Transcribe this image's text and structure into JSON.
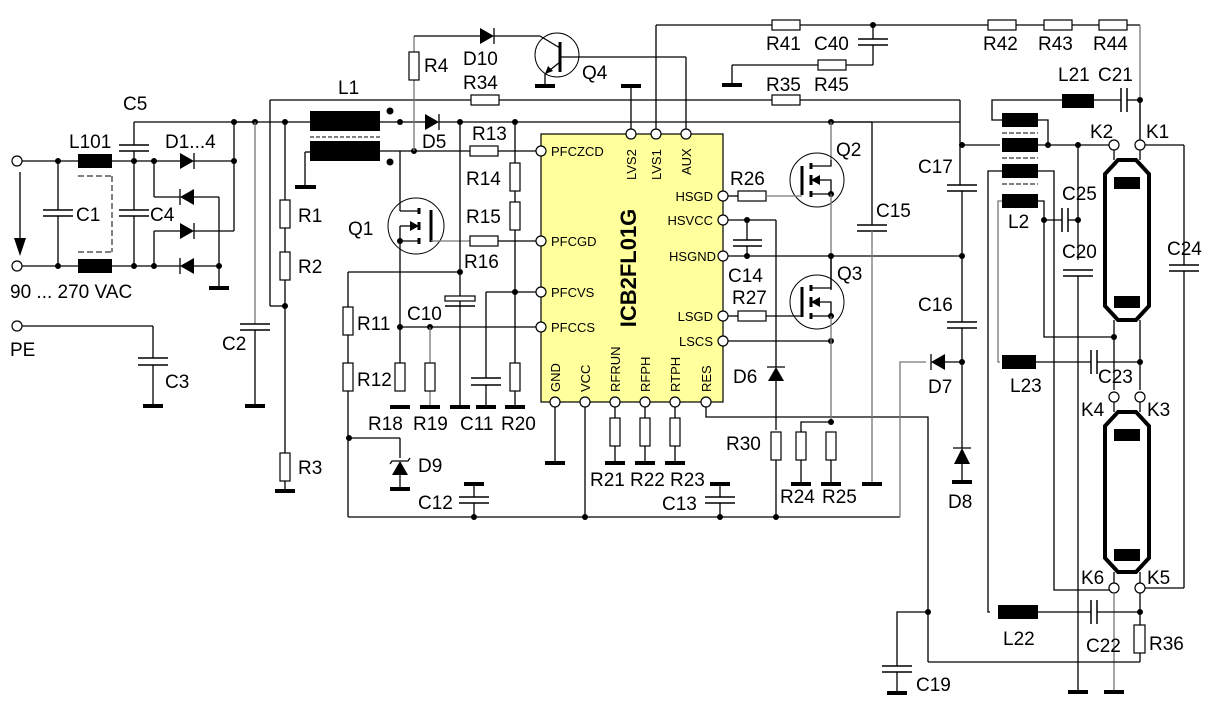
{
  "title": "ICB2FL01G electronic ballast schematic",
  "ic": {
    "name": "ICB2FL01G",
    "fill_color": "#ffff9c",
    "pins_left": [
      "PFCZCD",
      "PFCGD",
      "PFCVS",
      "PFCCS"
    ],
    "pins_top": [
      "LVS2",
      "LVS1",
      "AUX"
    ],
    "pins_right": [
      "HSGD",
      "HSVCC",
      "HSGND",
      "LSGD",
      "LSCS"
    ],
    "pins_bottom": [
      "GND",
      "VCC",
      "RFRUN",
      "RFPH",
      "RTPH",
      "RES"
    ]
  },
  "input": {
    "voltage_label": "90 ... 270 VAC",
    "earth_label": "PE"
  },
  "labels": {
    "L101": "L101",
    "C1": "C1",
    "C4": "C4",
    "C5": "C5",
    "D1_4": "D1...4",
    "C2": "C2",
    "C3": "C3",
    "R1": "R1",
    "R2": "R2",
    "R3": "R3",
    "L1": "L1",
    "R4": "R4",
    "D10": "D10",
    "R34": "R34",
    "D5": "D5",
    "Q4": "Q4",
    "R13": "R13",
    "R14": "R14",
    "R15": "R15",
    "R16": "R16",
    "Q1": "Q1",
    "R11": "R11",
    "R12": "R12",
    "C10": "C10",
    "R18": "R18",
    "R19": "R19",
    "C11": "C11",
    "R20": "R20",
    "D9": "D9",
    "C12": "C12",
    "R21": "R21",
    "R22": "R22",
    "R23": "R23",
    "C13": "C13",
    "R41": "R41",
    "C40": "C40",
    "R35": "R35",
    "R45": "R45",
    "R42": "R42",
    "R43": "R43",
    "R44": "R44",
    "R26": "R26",
    "Q2": "Q2",
    "C14": "C14",
    "R27": "R27",
    "Q3": "Q3",
    "D6": "D6",
    "R30": "R30",
    "R24": "R24",
    "R25": "R25",
    "C15": "C15",
    "C17": "C17",
    "C16": "C16",
    "D7": "D7",
    "D8": "D8",
    "L21": "L21",
    "C21": "C21",
    "K1": "K1",
    "K2": "K2",
    "K3": "K3",
    "K4": "K4",
    "K5": "K5",
    "K6": "K6",
    "L2": "L2",
    "C25": "C25",
    "C20": "C20",
    "C24": "C24",
    "L23": "L23",
    "C23": "C23",
    "L22": "L22",
    "C22": "C22",
    "R36": "R36",
    "C19": "C19"
  }
}
